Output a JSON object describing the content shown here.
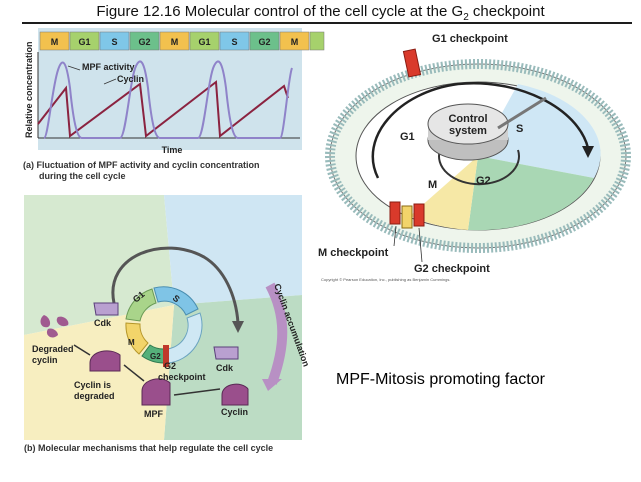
{
  "slide": {
    "title_prefix": "Figure 12.16  Molecular control of the cell cycle at the G",
    "title_sub": "2",
    "title_suffix": " checkpoint",
    "note": "MPF-Mitosis promoting factor",
    "copyright": "Copyright © Pearson Education, Inc., publishing as Benjamin Cummings."
  },
  "panel_a": {
    "phases": [
      "M",
      "G1",
      "S",
      "G2",
      "M",
      "G1",
      "S",
      "G2",
      "M"
    ],
    "ylabel": "Relative concentration",
    "xlabel": "Time",
    "mpf_label": "MPF activity",
    "cyclin_label": "Cyclin",
    "caption_letter": "(a)",
    "caption_line1": "Fluctuation of MPF activity and cyclin concentration",
    "caption_line2": "during the cell cycle",
    "colors": {
      "M": "#f2c14e",
      "G1": "#a6d16c",
      "S": "#7fc7e8",
      "G2": "#6cc08b"
    }
  },
  "panel_b": {
    "cdk_top": "Cdk",
    "degraded_cyclin": [
      "Degraded",
      "cyclin"
    ],
    "cyclin_is_degraded": [
      "Cyclin is",
      "degraded"
    ],
    "mpf": "MPF",
    "cyclin": "Cyclin",
    "cdk_bottom": "Cdk",
    "g2_checkpoint": [
      "G2",
      "checkpoint"
    ],
    "accumulation": "Cyclin accumulation",
    "wheel": [
      "G1",
      "S",
      "G2",
      "M"
    ],
    "caption_letter": "(b)",
    "caption_text": "Molecular mechanisms that help regulate the cell cycle"
  },
  "wheel_diagram": {
    "g1_checkpoint": "G1 checkpoint",
    "control_system": [
      "Control",
      "system"
    ],
    "g1": "G1",
    "s": "S",
    "m": "M",
    "g2": "G2",
    "m_checkpoint": "M checkpoint",
    "g2_checkpoint": "G2 checkpoint"
  }
}
